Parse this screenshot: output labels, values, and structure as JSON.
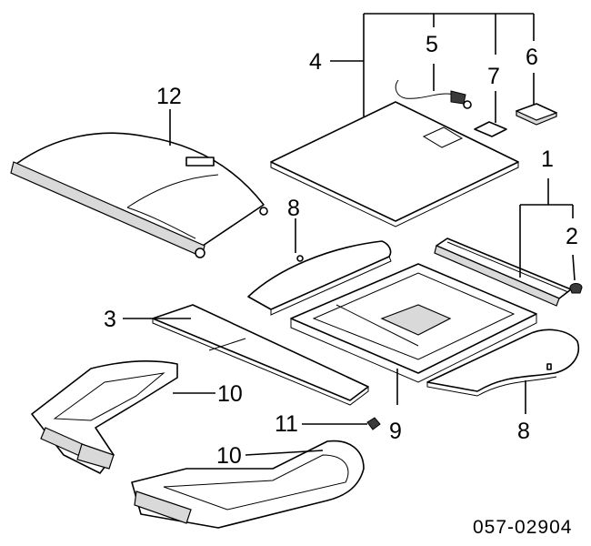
{
  "callouts": {
    "c1": "1",
    "c2": "2",
    "c3": "3",
    "c4": "4",
    "c5": "5",
    "c6": "6",
    "c7": "7",
    "c8_top": "8",
    "c8_bottom": "8",
    "c9": "9",
    "c10_top": "10",
    "c10_bottom": "10",
    "c11": "11",
    "c12": "12"
  },
  "diagram_code": "057-02904"
}
